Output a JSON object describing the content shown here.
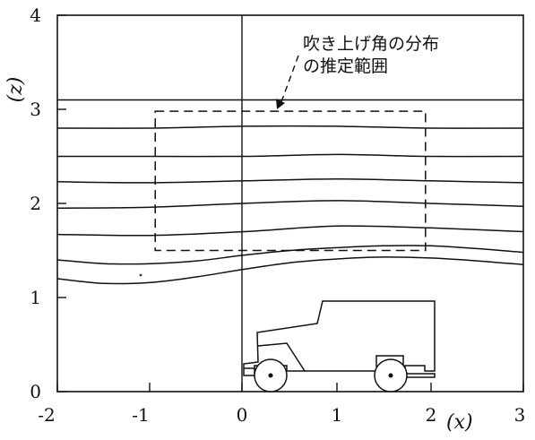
{
  "axes": {
    "x_label": "(x)",
    "z_label": "(z)",
    "x_ticks": [
      "-2",
      "-1",
      "0",
      "1",
      "2",
      "3"
    ],
    "z_ticks": [
      "0",
      "1",
      "2",
      "3",
      "4"
    ],
    "x_range": [
      -2,
      3
    ],
    "z_range": [
      0,
      4
    ]
  },
  "annotation": {
    "line1": "吹き上げ角の分布",
    "line2": "の推定範囲"
  },
  "streamlines": [
    {
      "x": [
        -2,
        -1,
        0,
        1,
        2,
        3
      ],
      "z": [
        3.1,
        3.1,
        3.1,
        3.1,
        3.1,
        3.1
      ]
    },
    {
      "x": [
        -2,
        -1,
        0,
        1,
        2,
        3
      ],
      "z": [
        2.8,
        2.8,
        2.82,
        2.82,
        2.8,
        2.8
      ]
    },
    {
      "x": [
        -2,
        -1,
        0,
        1,
        2,
        3
      ],
      "z": [
        2.5,
        2.5,
        2.5,
        2.52,
        2.5,
        2.5
      ]
    },
    {
      "x": [
        -2,
        -1,
        0,
        1,
        2,
        3
      ],
      "z": [
        2.23,
        2.22,
        2.24,
        2.26,
        2.24,
        2.22
      ]
    },
    {
      "x": [
        -2,
        -1,
        0,
        1,
        2,
        3
      ],
      "z": [
        1.95,
        1.96,
        2.0,
        2.03,
        2.0,
        1.97
      ]
    },
    {
      "x": [
        -2,
        -1,
        0,
        1,
        2,
        3
      ],
      "z": [
        1.67,
        1.66,
        1.7,
        1.76,
        1.74,
        1.7
      ]
    },
    {
      "x": [
        -2,
        -1.5,
        -1,
        -0.5,
        0,
        0.5,
        1,
        1.5,
        2,
        2.5,
        3
      ],
      "z": [
        1.4,
        1.36,
        1.36,
        1.39,
        1.45,
        1.5,
        1.53,
        1.55,
        1.55,
        1.52,
        1.48
      ]
    },
    {
      "x": [
        -2,
        -1.5,
        -1,
        -0.5,
        0,
        0.5,
        1,
        1.5,
        2,
        2.5,
        3
      ],
      "z": [
        1.2,
        1.15,
        1.16,
        1.22,
        1.3,
        1.37,
        1.41,
        1.43,
        1.42,
        1.39,
        1.35
      ]
    }
  ],
  "estimation_box": {
    "x": [
      -0.95,
      1.95
    ],
    "z": [
      1.5,
      2.98
    ]
  }
}
